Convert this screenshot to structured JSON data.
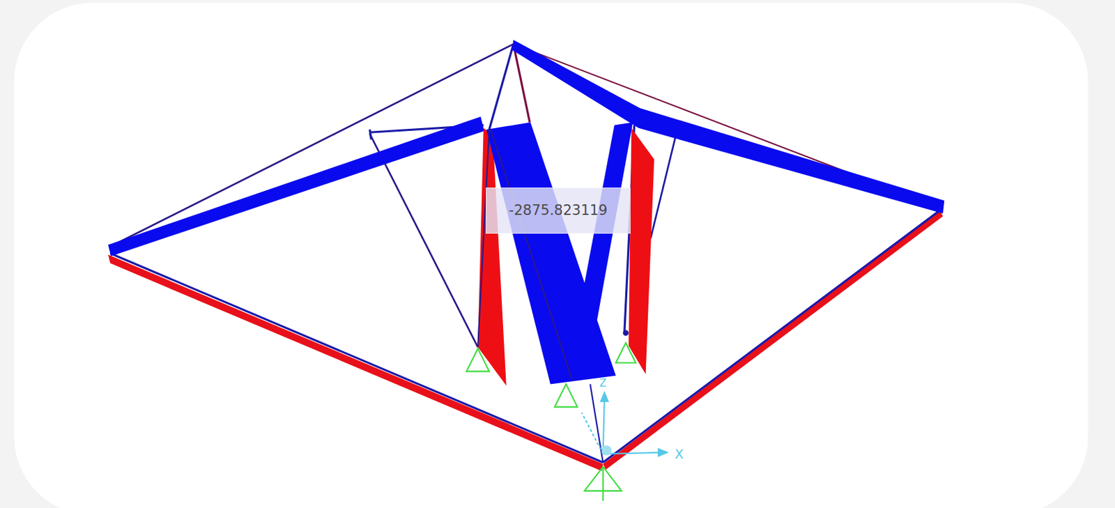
{
  "diagram": {
    "nodes": [
      {
        "text": [
          "-2875.823119"
        ]
      }
    ],
    "labels": [
      "X",
      "Z"
    ]
  }
}
